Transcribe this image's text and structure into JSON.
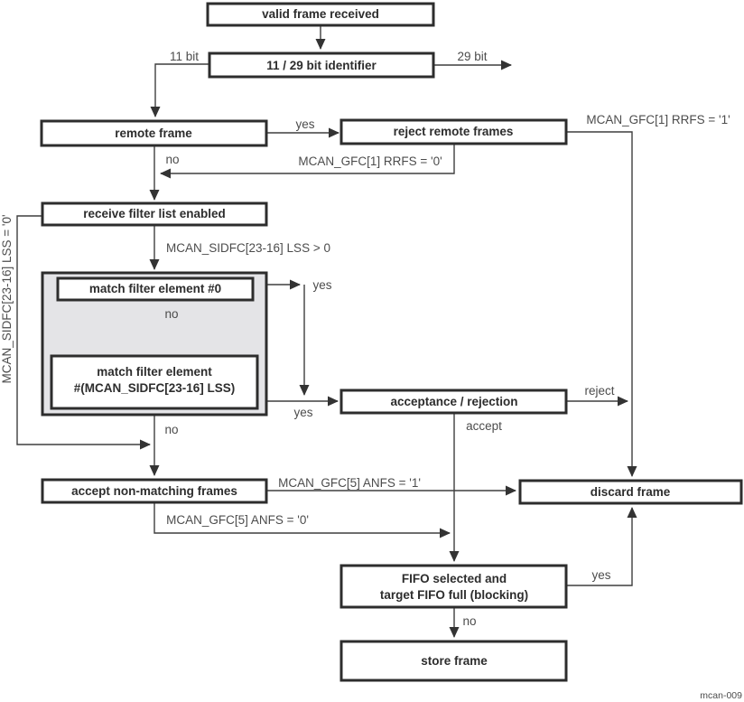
{
  "diagram": {
    "figure_id": "mcan-009",
    "nodes": {
      "valid_frame": "valid frame received",
      "identifier": "11 / 29 bit identifier",
      "remote_frame": "remote frame",
      "reject_remote": "reject remote frames",
      "receive_filter": "receive filter list enabled",
      "match_filter_0": "match filter element #0",
      "match_filter_n_line1": "match filter element",
      "match_filter_n_line2": "#(MCAN_SIDFC[23-16] LSS)",
      "acceptance": "acceptance / rejection",
      "accept_nonmatching": "accept non-matching frames",
      "discard_frame": "discard frame",
      "fifo_line1": "FIFO selected and",
      "fifo_line2": "target FIFO full (blocking)",
      "store_frame": "store frame"
    },
    "labels": {
      "bit11": "11 bit",
      "bit29": "29 bit",
      "yes_remote": "yes",
      "no_remote": "no",
      "rrfs1": "MCAN_GFC[1] RRFS = '1'",
      "rrfs0": "MCAN_GFC[1] RRFS = '0'",
      "lss_gt0": "MCAN_SIDFC[23-16] LSS > 0",
      "lss_eq0": "MCAN_SIDFC[23-16] LSS = '0'",
      "yes_match0": "yes",
      "no_match0": "no",
      "yes_matchn": "yes",
      "reject": "reject",
      "accept": "accept",
      "no_group": "no",
      "anfs1": "MCAN_GFC[5] ANFS = '1'",
      "anfs0": "MCAN_GFC[5] ANFS = '0'",
      "yes_fifo": "yes",
      "no_fifo": "no"
    },
    "colors": {
      "box_border": "#2d2d2d",
      "box_fill": "#ffffff",
      "group_fill": "#e4e4e7",
      "line": "#3f3f3f",
      "label_text": "#4c4c4c",
      "background": "#ffffff"
    }
  }
}
